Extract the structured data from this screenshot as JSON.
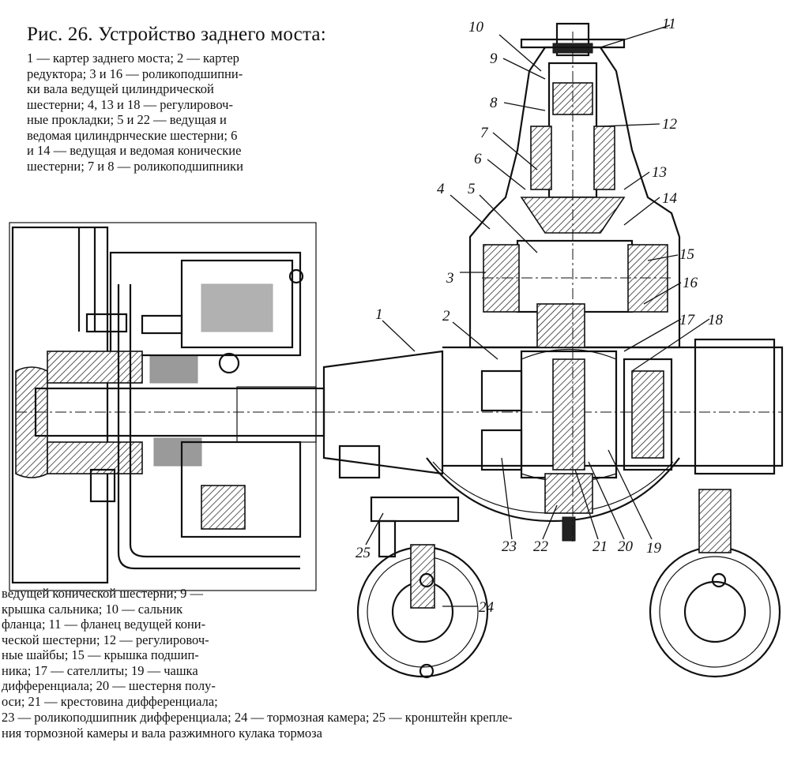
{
  "caption": {
    "title": "Рис. 26. Устройство заднего моста:",
    "top_lines": [
      "1 — картер заднего моста; 2 — картер",
      "редуктора; 3 и 16 — роликоподшипни-",
      "ки вала ведущей цилиндрической",
      "шестерни; 4, 13 и 18 — регулировоч-",
      "ные прокладки; 5 и 22 — ведущая и",
      "ведомая цилиндрнческие шестерни; 6",
      "и 14 — ведущая и ведомая конические",
      "шестерни; 7 и 8 — роликоподшипники"
    ],
    "bottom_left_lines": [
      "ведущей конической шестерни; 9 —",
      "крышка сальника; 10 — сальник",
      "фланца; 11 — фланец ведущей кони-",
      "ческой шестерни; 12 — регулировоч-",
      "ные шайбы; 15 — крышка подшип-",
      "ника; 17 — сателлиты; 19 — чашка",
      "дифференциала; 20 — шестерня полу-",
      "оси; 21 — крестовина дифференциала;"
    ],
    "bottom_full_lines": [
      "23 — роликоподшипник дифференциала; 24 — тормозная камера; 25 — кронштейн крепле-",
      "ния тормозной камеры и вала разжимного кулака тормоза"
    ]
  },
  "callouts": [
    {
      "id": "1",
      "text": "1"
    },
    {
      "id": "2",
      "text": "2"
    },
    {
      "id": "3",
      "text": "3"
    },
    {
      "id": "4",
      "text": "4"
    },
    {
      "id": "5",
      "text": "5"
    },
    {
      "id": "6",
      "text": "6"
    },
    {
      "id": "7",
      "text": "7"
    },
    {
      "id": "8",
      "text": "8"
    },
    {
      "id": "9",
      "text": "9"
    },
    {
      "id": "10",
      "text": "10"
    },
    {
      "id": "11",
      "text": "11"
    },
    {
      "id": "12",
      "text": "12"
    },
    {
      "id": "13",
      "text": "13"
    },
    {
      "id": "14",
      "text": "14"
    },
    {
      "id": "15",
      "text": "15"
    },
    {
      "id": "16",
      "text": "16"
    },
    {
      "id": "17",
      "text": "17"
    },
    {
      "id": "18",
      "text": "18"
    },
    {
      "id": "19",
      "text": "19"
    },
    {
      "id": "20",
      "text": "20"
    },
    {
      "id": "21",
      "text": "21"
    },
    {
      "id": "22",
      "text": "22"
    },
    {
      "id": "23",
      "text": "23"
    },
    {
      "id": "24",
      "text": "24"
    },
    {
      "id": "25",
      "text": "25"
    }
  ]
}
